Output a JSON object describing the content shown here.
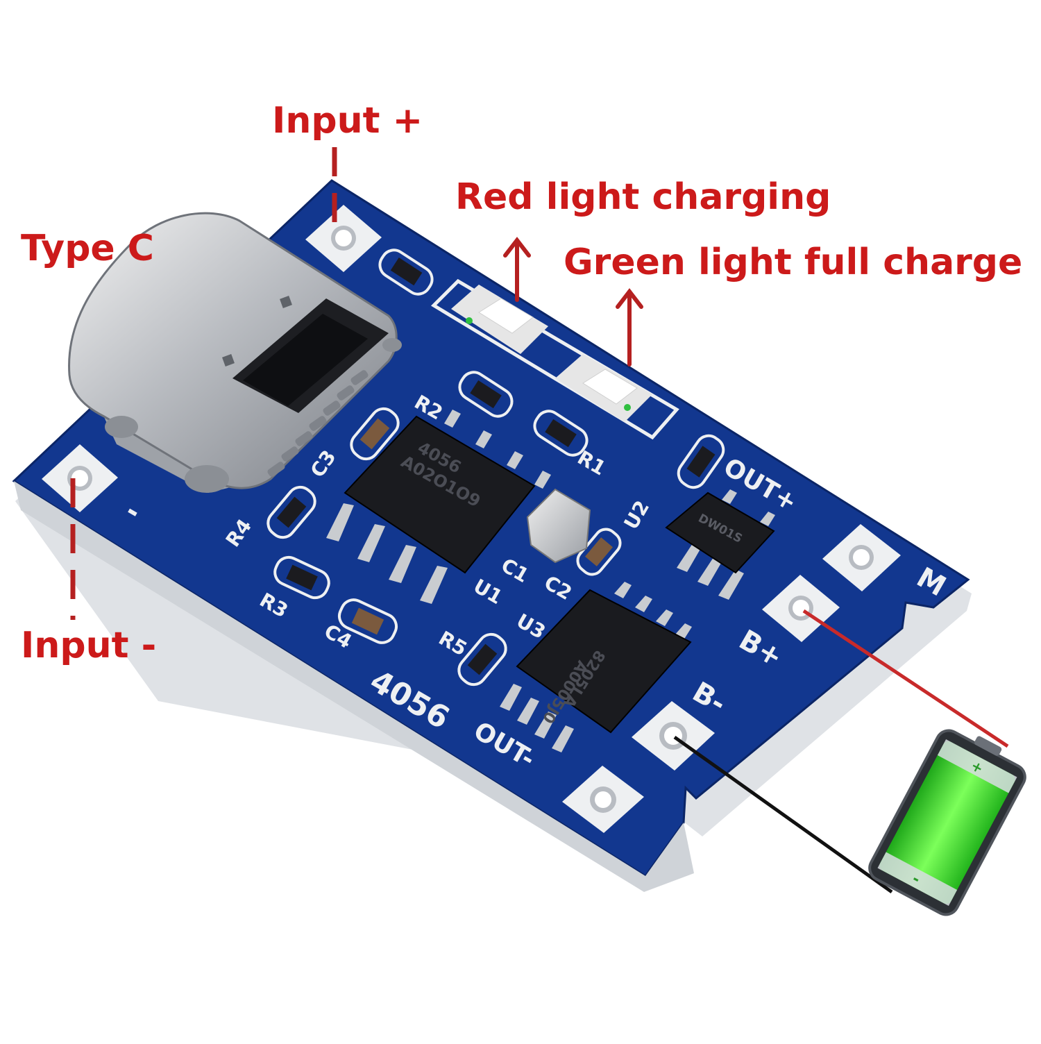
{
  "callouts": {
    "input_plus": "Input +",
    "type_c": "Type C",
    "red_light": "Red light charging",
    "green_light": "Green light full charge",
    "input_minus": "Input -"
  },
  "silkscreen": {
    "minus": "-",
    "r2": "R2",
    "r1": "R1",
    "r4": "R4",
    "r3": "R3",
    "r5": "R5",
    "c1": "C1",
    "c2": "C2",
    "c3": "C3",
    "c4": "C4",
    "u1": "U1",
    "u2": "U2",
    "u3": "U3",
    "board_id": "4056",
    "out_plus": "OUT+",
    "out_minus": "OUT-",
    "b_plus": "B+",
    "b_minus": "B-",
    "m": "M"
  },
  "chips": {
    "u1_line1": "4056",
    "u1_line2": "A02O1O9",
    "u2_mark": "DW01S",
    "u3_line1": "8205LA",
    "u3_line2": "A0005J0"
  },
  "colors": {
    "label_red": "#cc1a1a",
    "arrow_red": "#b52020",
    "pcb_blue": "#12378f",
    "pad_white": "#eef0f2",
    "wire_red": "#c82a2a",
    "wire_black": "#111111",
    "battery_green": "#39d12a"
  }
}
